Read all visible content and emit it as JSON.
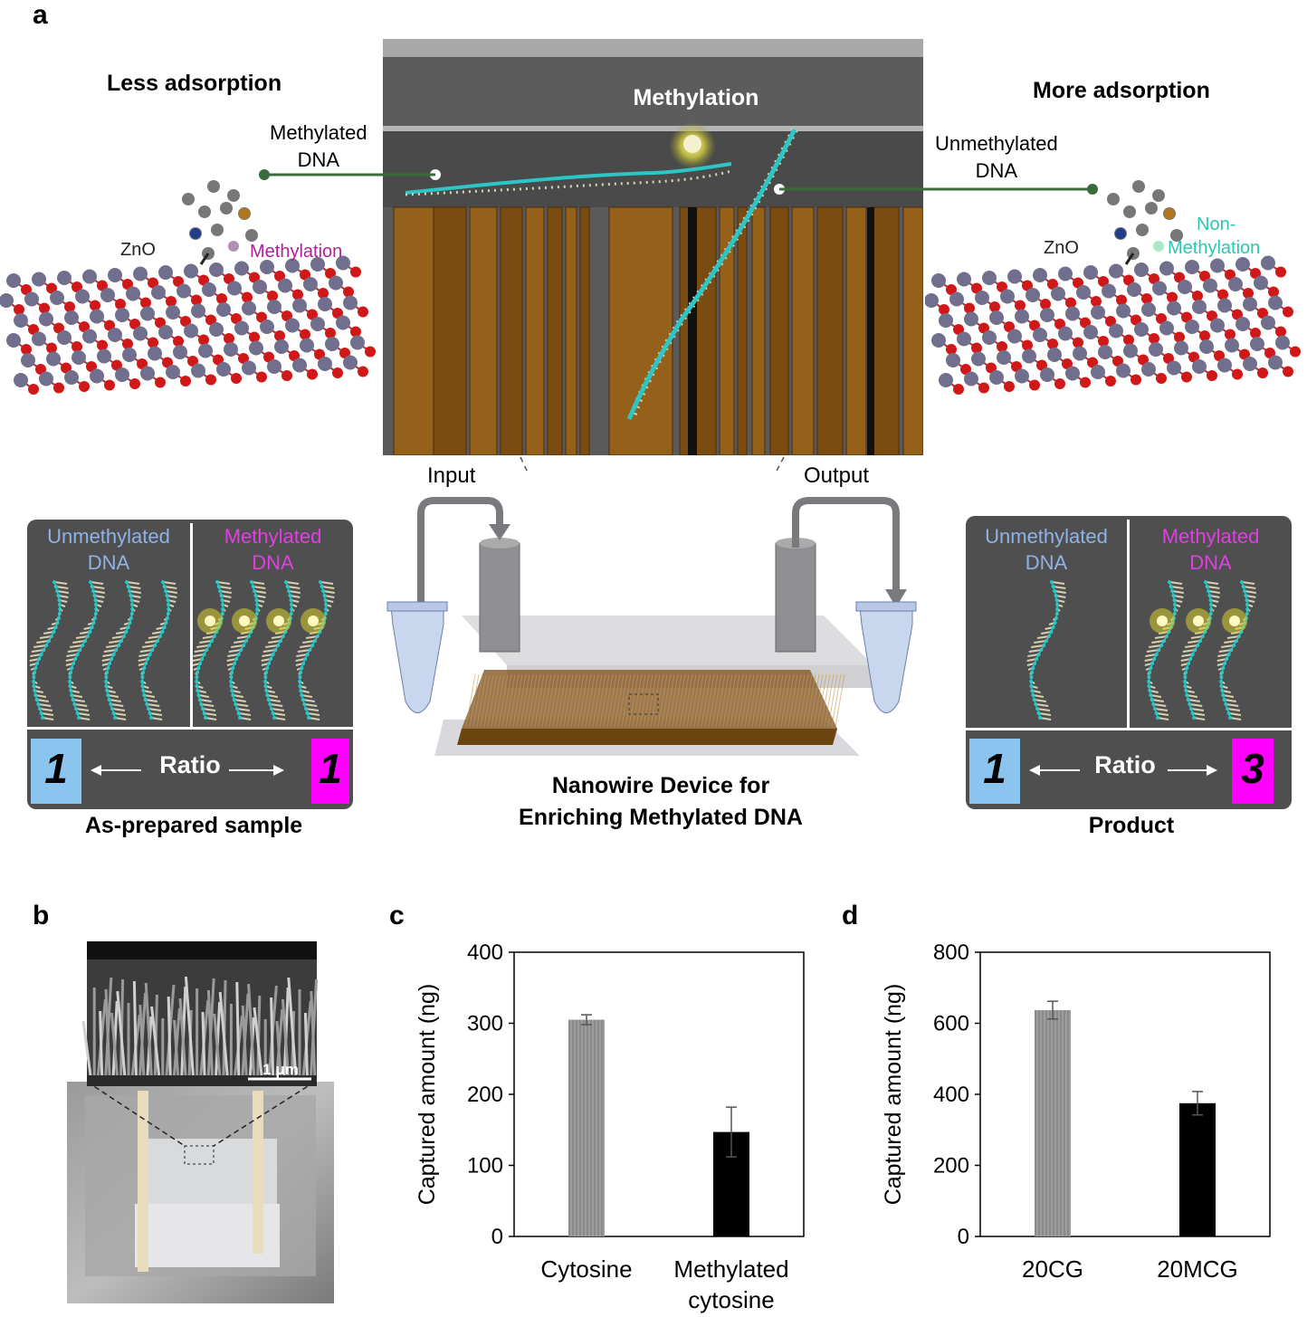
{
  "panel_a": {
    "letter": "a",
    "left_title": "Less adsorption",
    "right_title": "More adsorption",
    "center_title": "Methylation",
    "methylated_dna": [
      "Methylated",
      "DNA"
    ],
    "unmethylated_dna": [
      "Unmethylated",
      "DNA"
    ],
    "zno_left": "ZnO",
    "zno_right": "ZnO",
    "methylation_label": "Methylation",
    "non_methylation_label": [
      "Non-",
      "Methylation"
    ],
    "input_label": "Input",
    "output_label": "Output",
    "device_caption": [
      "Nanowire Device for",
      "Enriching Methylated DNA"
    ],
    "left_box": {
      "col1": [
        "Unmethylated",
        "DNA"
      ],
      "col2": [
        "Methylated",
        "DNA"
      ],
      "ratio_word": "Ratio",
      "ratio_left": "1",
      "ratio_right": "1",
      "caption": "As-prepared sample"
    },
    "right_box": {
      "col1": [
        "Unmethylated",
        "DNA"
      ],
      "col2": [
        "Methylated",
        "DNA"
      ],
      "ratio_word": "Ratio",
      "ratio_left": "1",
      "ratio_right": "3",
      "caption": "Product"
    },
    "colors": {
      "unmethylated_text": "#8fb3e6",
      "methylated_text": "#e040e0",
      "ratio_blue": "#8cc4f0",
      "ratio_magenta": "#ff00ff",
      "dna_cyan": "#2cc6c6",
      "nanowire_brown": "#8b5a14"
    }
  },
  "panel_b": {
    "letter": "b",
    "scale_bar": "1 μm"
  },
  "chart_data": [
    {
      "panel": "c",
      "type": "bar",
      "categories": [
        "Cytosine",
        "Methylated cytosine"
      ],
      "category_lines": [
        [
          "Cytosine"
        ],
        [
          "Methylated",
          "cytosine"
        ]
      ],
      "values": [
        305,
        147
      ],
      "errors": [
        7,
        35
      ],
      "bar_colors": [
        "#8a8a8a",
        "#000000"
      ],
      "title": "",
      "xlabel": "",
      "ylabel": "Captured amount (ng)",
      "ylim": [
        0,
        400
      ],
      "yticks": [
        0,
        100,
        200,
        300,
        400
      ],
      "grid": false
    },
    {
      "panel": "d",
      "type": "bar",
      "categories": [
        "20CG",
        "20MCG"
      ],
      "category_lines": [
        [
          "20CG"
        ],
        [
          "20MCG"
        ]
      ],
      "values": [
        637,
        375
      ],
      "errors": [
        25,
        33
      ],
      "bar_colors": [
        "#8a8a8a",
        "#000000"
      ],
      "title": "",
      "xlabel": "",
      "ylabel": "Captured amount (ng)",
      "ylim": [
        0,
        800
      ],
      "yticks": [
        0,
        200,
        400,
        600,
        800
      ],
      "grid": false
    }
  ]
}
